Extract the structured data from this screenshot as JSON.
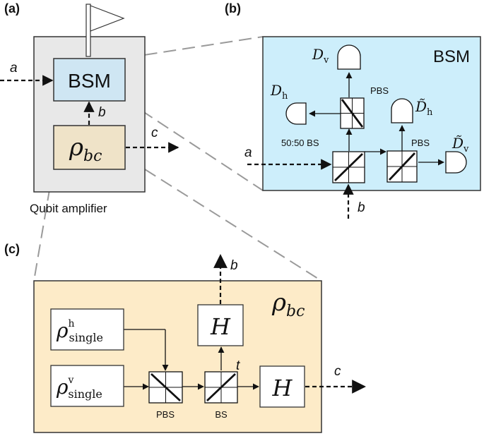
{
  "panels": {
    "a": "(a)",
    "b": "(b)",
    "c": "(c)"
  },
  "panel_a": {
    "bsm_label": "BSM",
    "rho_symbol": "ρ",
    "rho_subscript": "bc",
    "caption": "Qubit amplifier",
    "input_a": "a",
    "line_b": "b",
    "output_c": "c"
  },
  "panel_b": {
    "title": "BSM",
    "detector_v": "D",
    "detector_v_sub": "v",
    "detector_h": "D",
    "detector_h_sub": "h",
    "detector_th": "D̃",
    "detector_th_sub": "h",
    "detector_tv": "D̃",
    "detector_tv_sub": "v",
    "pbs_top": "PBS",
    "pbs_right": "PBS",
    "bs_label": "50:50 BS",
    "input_a": "a",
    "input_b": "b"
  },
  "panel_c": {
    "title_symbol": "ρ",
    "title_subscript": "bc",
    "rho_h_symbol": "ρ",
    "rho_h_sup": "h",
    "rho_h_sub": "single",
    "rho_v_symbol": "ρ",
    "rho_v_sup": "v",
    "rho_v_sub": "single",
    "h_top": "H",
    "h_right": "H",
    "pbs_label": "PBS",
    "bs_label": "BS",
    "t_label": "t",
    "out_b": "b",
    "out_c": "c"
  },
  "colors": {
    "amplifier_bg": "#e8e8e8",
    "bsm_bg": "#cfe6f3",
    "rho_bg": "#efe3c8",
    "panel_b_bg": "#cdeefb",
    "panel_c_bg": "#fdebc8",
    "guide_line": "#9a9a9a"
  }
}
